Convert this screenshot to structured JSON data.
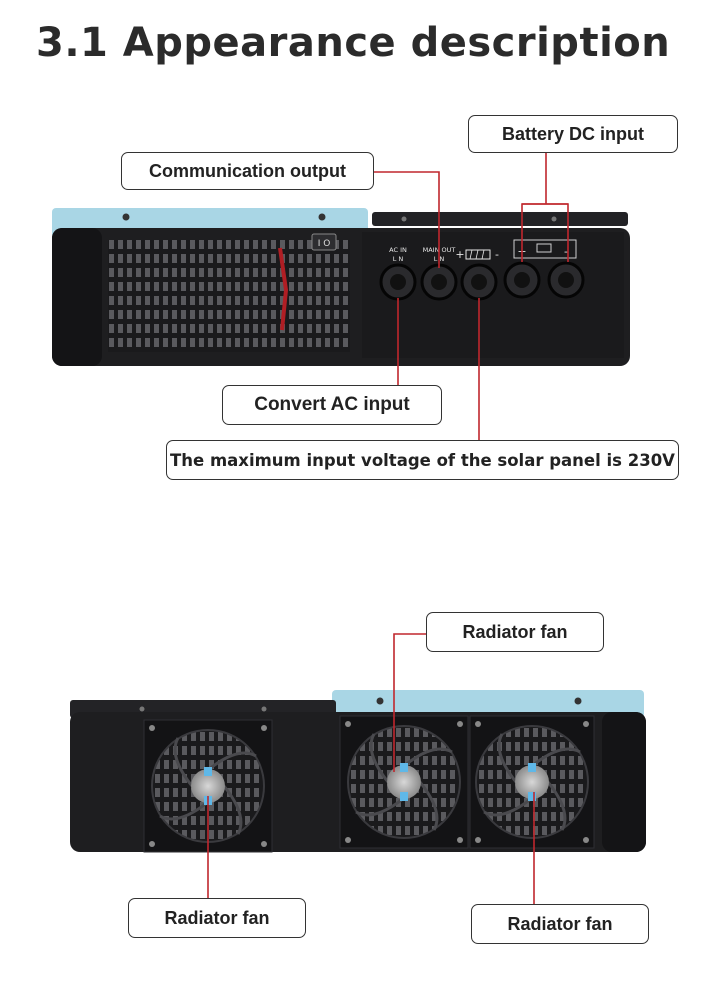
{
  "title": "3.1 Appearance description",
  "front_view": {
    "callouts": {
      "battery_dc_input": "Battery DC input",
      "communication_output": "Communication output",
      "convert_ac_input": "Convert AC input",
      "solar_voltage_note": "The maximum input voltage of the solar panel is 230V"
    },
    "panel_labels": {
      "ac_in": "AC IN",
      "ac_in_pins": "L N",
      "main_out": "MAIN OUT",
      "main_out_pins": "L N",
      "pv_plus": "+",
      "pv_minus": "-",
      "batt_plus": "+",
      "batt_minus": "-"
    }
  },
  "back_view": {
    "callouts": {
      "fan_top": "Radiator fan",
      "fan_left": "Radiator fan",
      "fan_right": "Radiator fan"
    }
  },
  "colors": {
    "leader_line": "#c0272d",
    "body_black": "#1e1e20",
    "cover_blue": "#a9d6e5",
    "fan_hub_blue": "#5fb8e8"
  }
}
